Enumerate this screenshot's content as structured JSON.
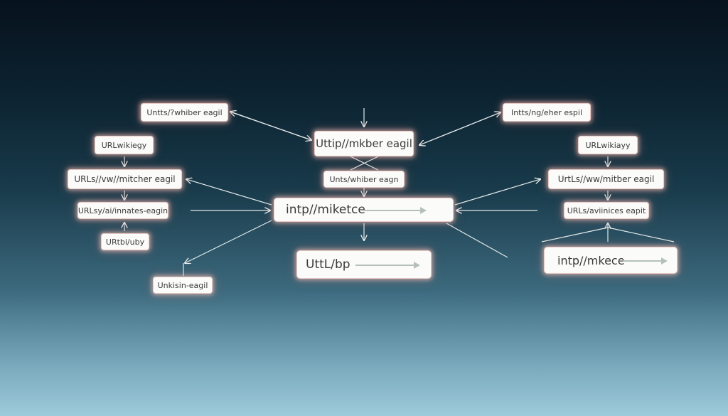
{
  "nodes": {
    "top_left": "Untts/?whiber eagil",
    "top_right": "Intts/ng/eher espil",
    "center_top": "Uttip//mkber eagil",
    "center_sub": "Unts/whiber eagn",
    "center_main": "intp//miketce",
    "center_bottom": "UttL/bp",
    "left_1": "URLwikiegy",
    "left_2": "URLs//vw//mitcher eagil",
    "left_3": "URLsy/ai/innates-eagin",
    "left_4": "URtbi/uby",
    "left_5": "Unkisin-eagil",
    "right_1": "URLwikiayy",
    "right_2": "UrtLs//ww/mitber eagil",
    "right_3": "URLs/aviinices eapit",
    "right_4": "intp//mkece"
  }
}
